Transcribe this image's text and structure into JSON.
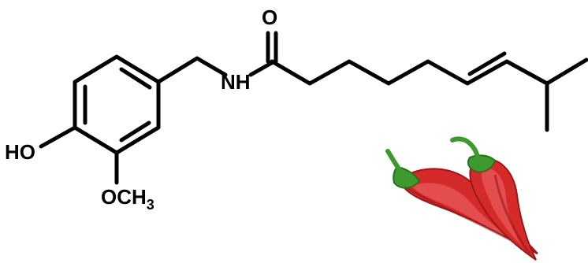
{
  "diagram": {
    "atom_labels": {
      "carbonyl_oxygen": "O",
      "amide_nitrogen": "NH",
      "hydroxyl": "HO",
      "methoxy_main": "OCH",
      "methoxy_subscript": "3"
    }
  },
  "colors": {
    "bond": "#000000",
    "pepper_red": "#d42a2a",
    "pepper_dark_red": "#9e1616",
    "pepper_highlight": "#f06a6a",
    "stem_green": "#3f9a2e",
    "stem_dark_green": "#2a6e1e"
  },
  "icons": {
    "illustration": "chili-peppers-icon"
  }
}
